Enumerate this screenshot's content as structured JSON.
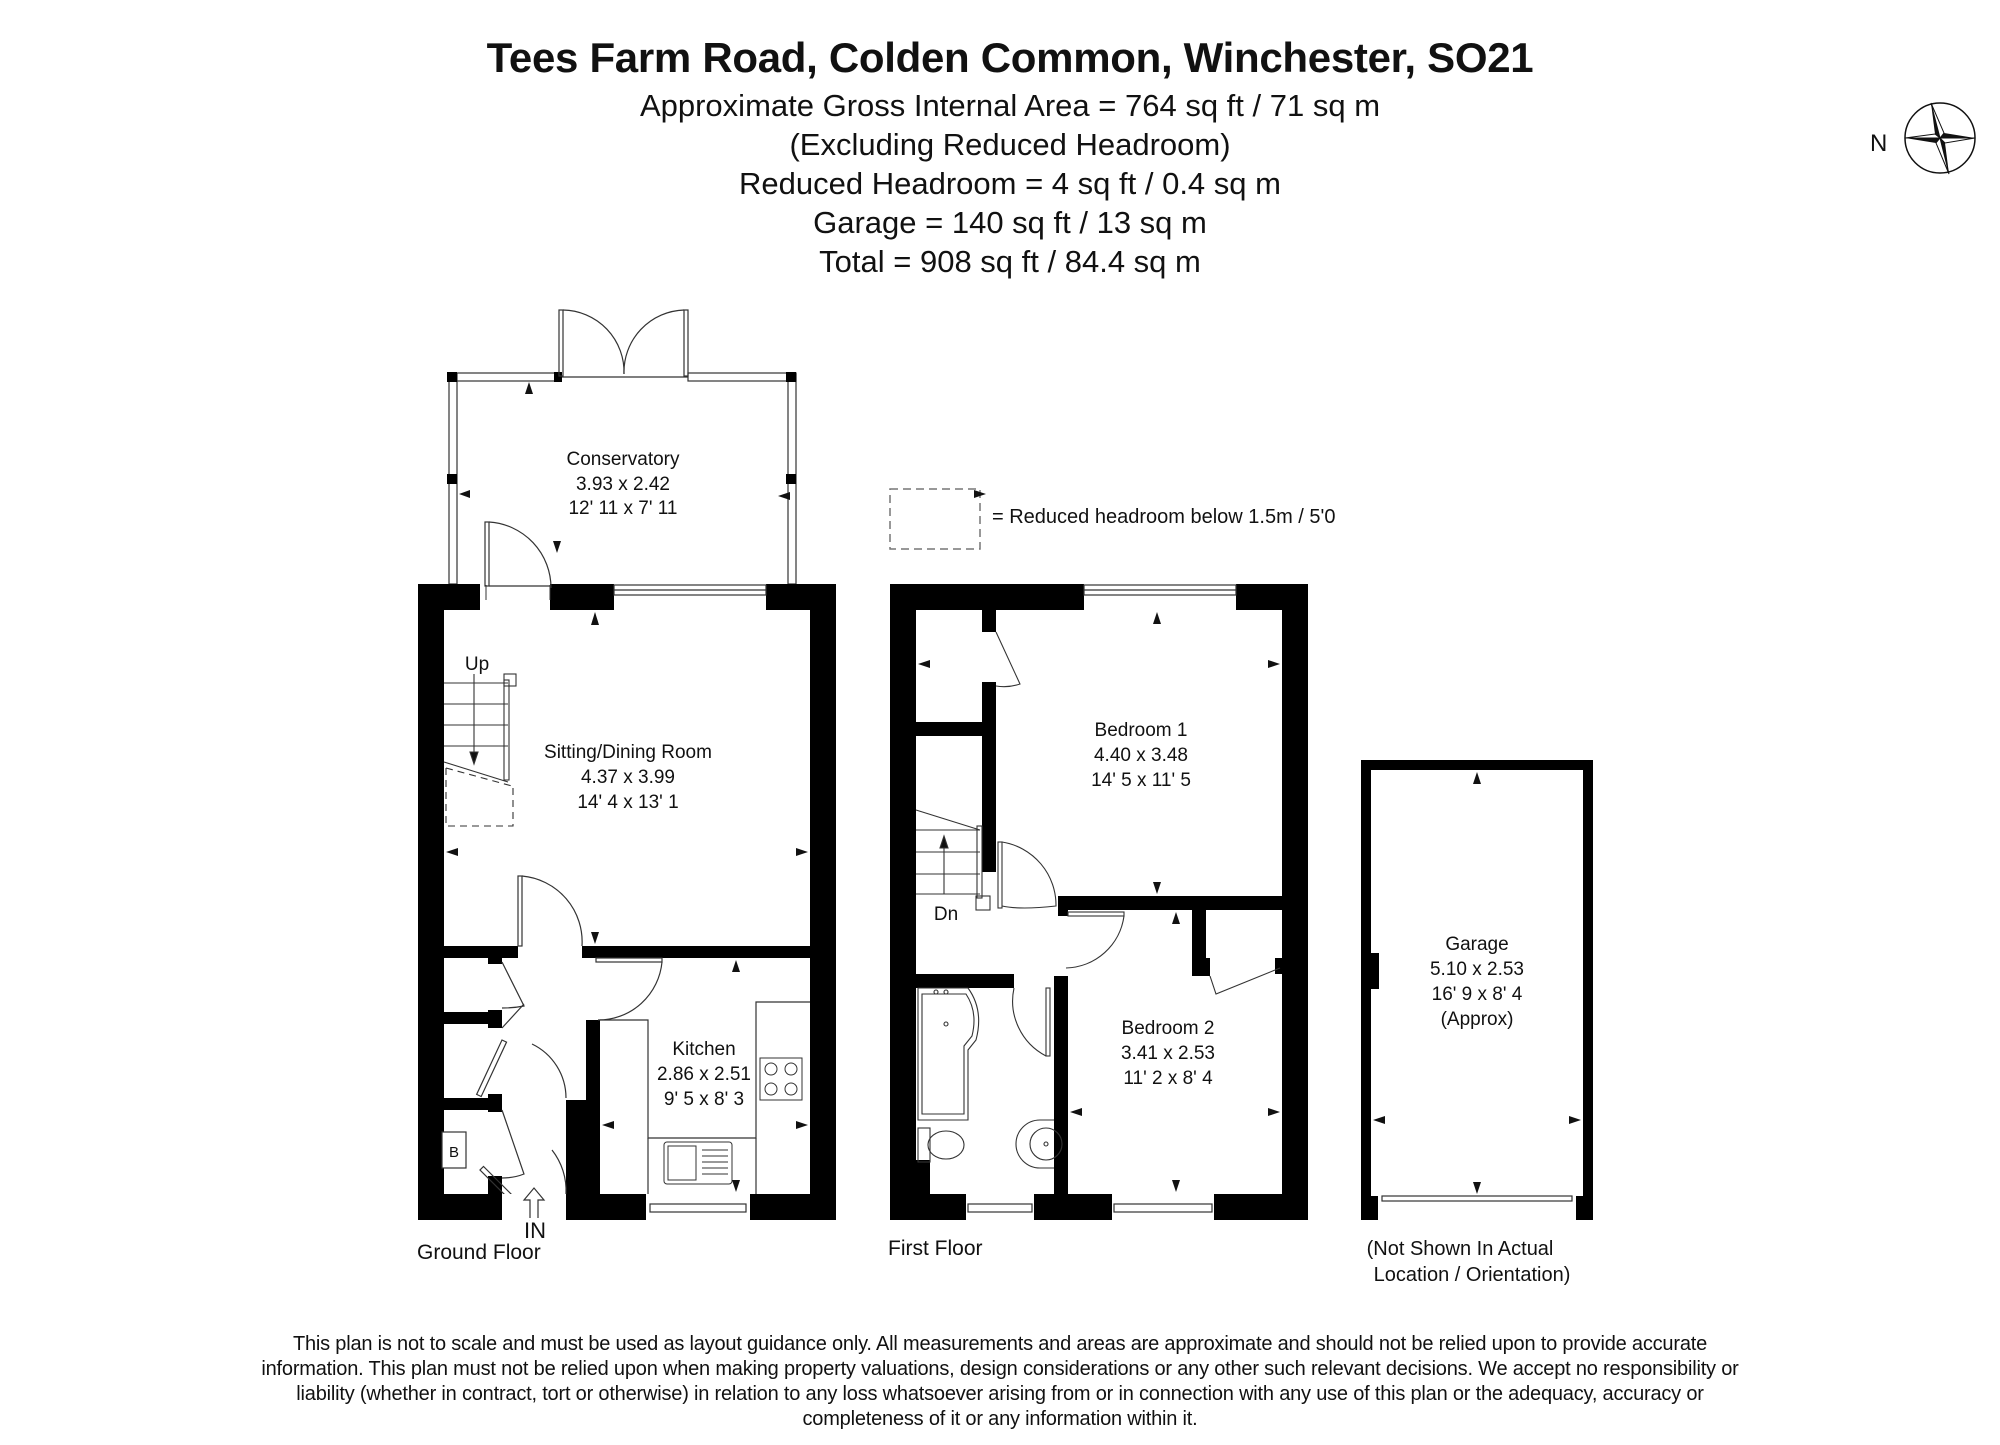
{
  "header": {
    "title": "Tees Farm Road, Colden Common, Winchester, SO21",
    "lines": [
      "Approximate Gross Internal Area = 764 sq ft / 71 sq m",
      "(Excluding Reduced Headroom)",
      "Reduced Headroom = 4 sq ft / 0.4 sq m",
      "Garage = 140 sq ft / 13 sq m",
      "Total = 908 sq ft / 84.4 sq m"
    ]
  },
  "compass": {
    "label": "N",
    "icon": "compass-rose-icon"
  },
  "legend": {
    "text": "= Reduced headroom below 1.5m / 5'0"
  },
  "ground_floor": {
    "label": "Ground Floor",
    "entrance_label": "IN",
    "stairs_label": "Up",
    "boiler_label": "B",
    "rooms": [
      {
        "name": "Conservatory",
        "metric": "3.93 x 2.42",
        "imperial": "12' 11 x 7' 11"
      },
      {
        "name": "Sitting/Dining Room",
        "metric": "4.37 x 3.99",
        "imperial": "14' 4 x 13' 1"
      },
      {
        "name": "Kitchen",
        "metric": "2.86 x 2.51",
        "imperial": "9' 5 x 8' 3"
      }
    ]
  },
  "first_floor": {
    "label": "First Floor",
    "stairs_label": "Dn",
    "rooms": [
      {
        "name": "Bedroom 1",
        "metric": "4.40 x 3.48",
        "imperial": "14' 5 x 11' 5"
      },
      {
        "name": "Bedroom 2",
        "metric": "3.41 x 2.53",
        "imperial": "11' 2 x 8' 4"
      }
    ]
  },
  "garage": {
    "rooms": [
      {
        "name": "Garage",
        "metric": "5.10 x 2.53",
        "imperial": "16' 9 x 8' 4",
        "note": "(Approx)"
      }
    ],
    "caption_line1": "(Not Shown In Actual",
    "caption_line2": "Location / Orientation)"
  },
  "disclaimer": "This plan is not to scale and must be used as layout guidance only. All measurements and areas are approximate and should not be relied upon to provide accurate information. This plan must not be relied upon when making property valuations, design considerations or any other such relevant decisions. We accept no responsibility or liability (whether in contract, tort or otherwise) in relation to any loss whatsoever arising from or in connection with any use of this plan or the adequacy, accuracy or completeness of it or any information within it.",
  "colors": {
    "wall": "#000000",
    "line": "#333333",
    "background": "#ffffff"
  }
}
